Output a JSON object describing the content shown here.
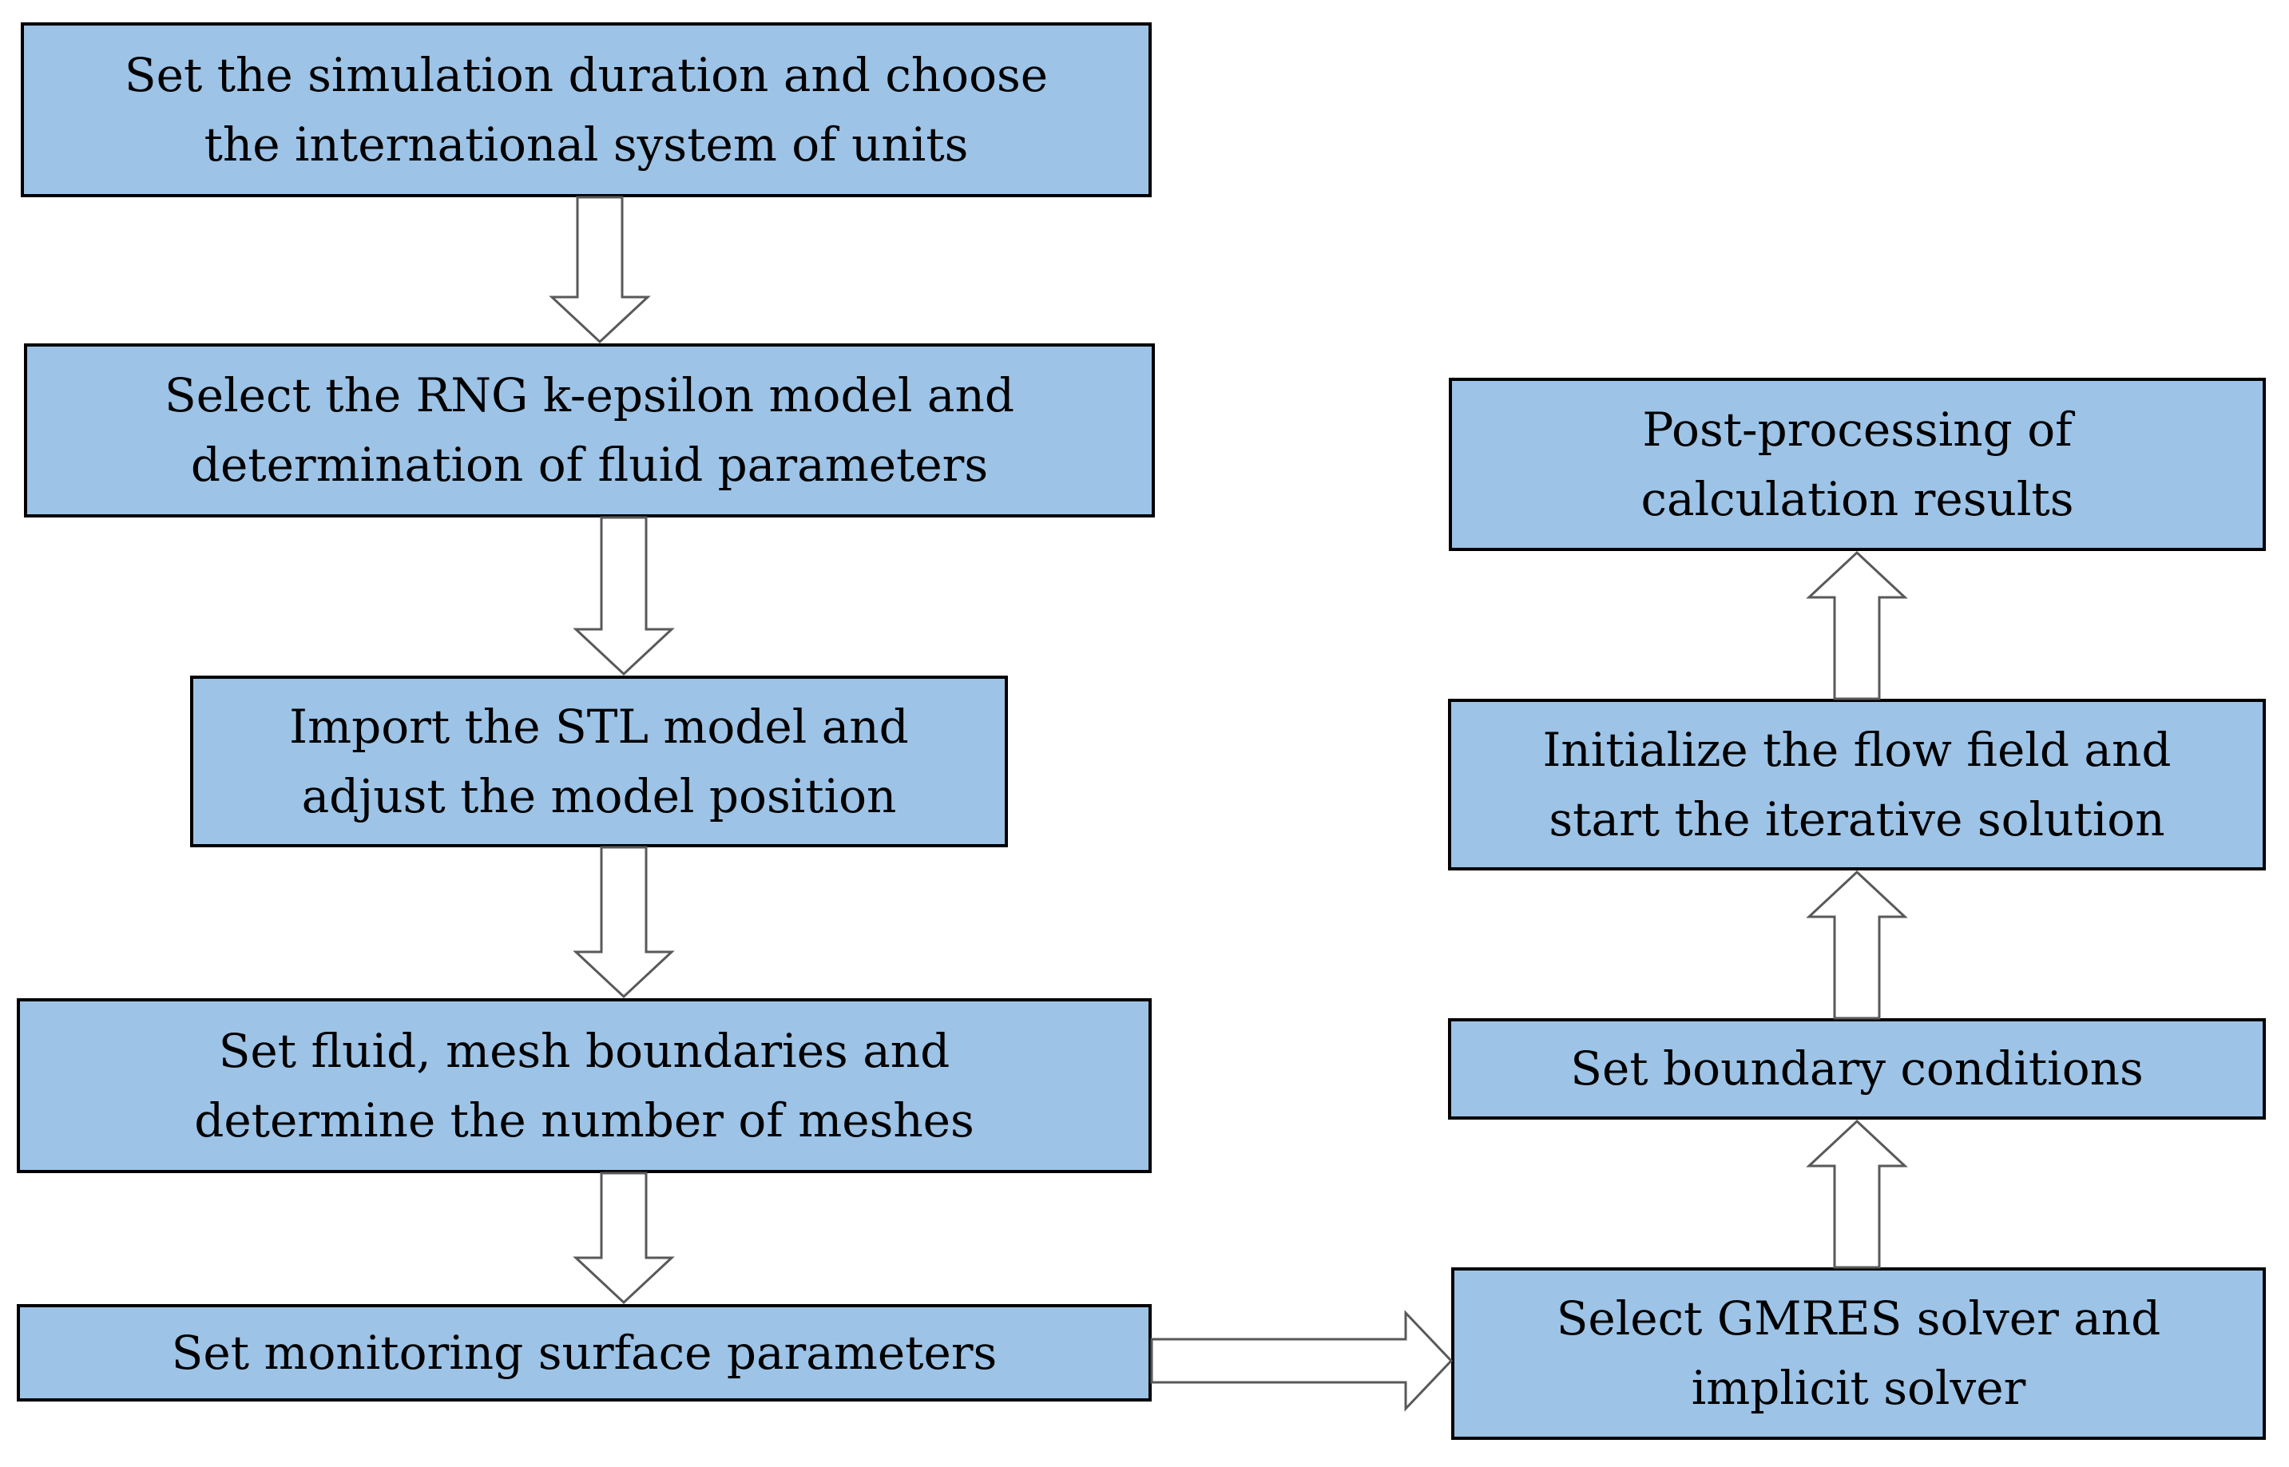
{
  "diagram": {
    "background": "#ffffff",
    "box_style": {
      "fill": "#9dc3e6",
      "border": "#000000"
    },
    "arrow_style": {
      "fill": "#ffffff",
      "outline": "#595959"
    },
    "steps": [
      {
        "name": "set-duration-units",
        "label": "Set the simulation duration and choose\nthe international system of units"
      },
      {
        "name": "select-rng-model",
        "label": "Select the RNG k-epsilon model and\ndetermination of fluid parameters"
      },
      {
        "name": "import-stl-model",
        "label": "Import the STL model and\nadjust the model position"
      },
      {
        "name": "set-fluid-mesh",
        "label": "Set fluid, mesh boundaries and\ndetermine the number of meshes"
      },
      {
        "name": "set-monitoring",
        "label": "Set monitoring surface parameters"
      },
      {
        "name": "select-gmres-solver",
        "label": "Select GMRES solver and\nimplicit solver"
      },
      {
        "name": "set-boundary",
        "label": "Set boundary conditions"
      },
      {
        "name": "initialize-flow",
        "label": "Initialize the flow field and\nstart the iterative solution"
      },
      {
        "name": "post-processing",
        "label": "Post-processing of\ncalculation results"
      }
    ],
    "connections": [
      {
        "from": "set-duration-units",
        "to": "select-rng-model",
        "direction": "down"
      },
      {
        "from": "select-rng-model",
        "to": "import-stl-model",
        "direction": "down"
      },
      {
        "from": "import-stl-model",
        "to": "set-fluid-mesh",
        "direction": "down"
      },
      {
        "from": "set-fluid-mesh",
        "to": "set-monitoring",
        "direction": "down"
      },
      {
        "from": "set-monitoring",
        "to": "select-gmres-solver",
        "direction": "right"
      },
      {
        "from": "select-gmres-solver",
        "to": "set-boundary",
        "direction": "up"
      },
      {
        "from": "set-boundary",
        "to": "initialize-flow",
        "direction": "up"
      },
      {
        "from": "initialize-flow",
        "to": "post-processing",
        "direction": "up"
      }
    ]
  }
}
